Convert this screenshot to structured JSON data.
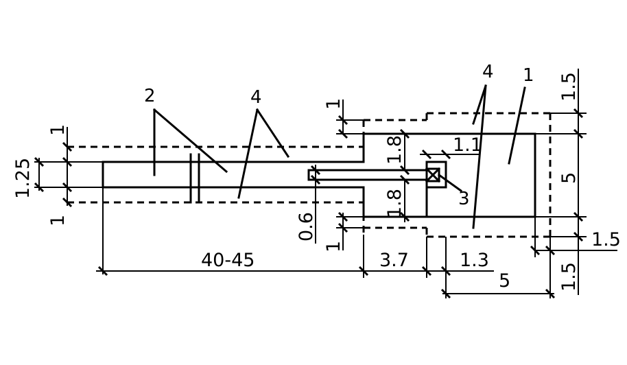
{
  "dimensions": {
    "top_offset": "1",
    "bottom_offset": "1",
    "width_outer": "1.25",
    "bottom_left_offset": "1",
    "gap": "0.6",
    "upper_gap": "1.8",
    "lower_gap": "1.8",
    "inner_width": "1.1",
    "length": "40-45",
    "neck": "3.7",
    "block_offset": "1.3",
    "block_width": "5",
    "height": "5",
    "right_margin": "1.5",
    "top_margin": "1.5",
    "bottom_margin": "1.5",
    "left_small": "1"
  },
  "labels": {
    "label_1": "1",
    "label_2": "2",
    "label_3": "3",
    "label_4a": "4",
    "label_4b": "4"
  }
}
